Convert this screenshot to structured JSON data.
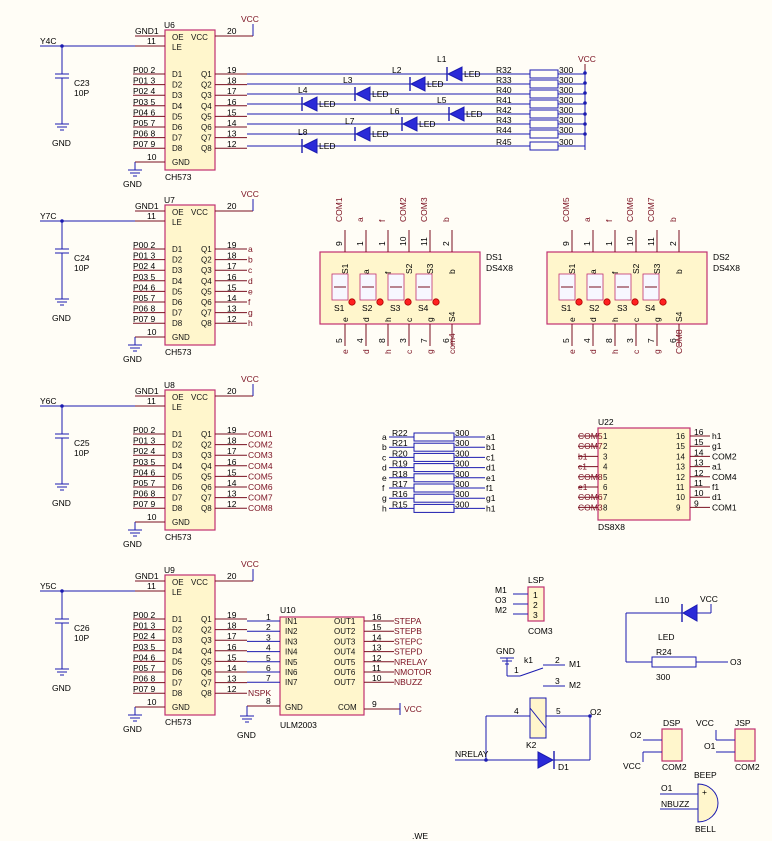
{
  "latches": [
    {
      "ref": "U6",
      "part": "CH573",
      "net_le": "Y4C",
      "cap": "C23",
      "cap_val": "10P",
      "gnd_cap": "GND",
      "gnd": "GND",
      "top": {
        "pin": "20",
        "label": "VCC",
        "gnd1": "GND1",
        "le_pin": "11"
      },
      "inputs": [
        "P00 2",
        "P01 3",
        "P02 4",
        "P03 5",
        "P04 6",
        "P05 7",
        "P06 8",
        "P07 9"
      ],
      "outputs": [
        {
          "pin": "19",
          "net": ""
        },
        {
          "pin": "18",
          "net": ""
        },
        {
          "pin": "17",
          "net": ""
        },
        {
          "pin": "16",
          "net": ""
        },
        {
          "pin": "15",
          "net": ""
        },
        {
          "pin": "14",
          "net": ""
        },
        {
          "pin": "13",
          "net": ""
        },
        {
          "pin": "12",
          "net": ""
        }
      ],
      "gnd_pin": "10"
    },
    {
      "ref": "U7",
      "part": "CH573",
      "net_le": "Y7C",
      "cap": "C24",
      "cap_val": "10P",
      "gnd_cap": "GND",
      "gnd": "GND",
      "top": {
        "pin": "20",
        "label": "VCC",
        "gnd1": "GND1",
        "le_pin": "11"
      },
      "inputs": [
        "P00 2",
        "P01 3",
        "P02 4",
        "P03 5",
        "P04 6",
        "P05 7",
        "P06 8",
        "P07 9"
      ],
      "outputs": [
        {
          "pin": "19",
          "net": "a"
        },
        {
          "pin": "18",
          "net": "b"
        },
        {
          "pin": "17",
          "net": "c"
        },
        {
          "pin": "16",
          "net": "d"
        },
        {
          "pin": "15",
          "net": "e"
        },
        {
          "pin": "14",
          "net": "f"
        },
        {
          "pin": "13",
          "net": "g"
        },
        {
          "pin": "12",
          "net": "h"
        }
      ],
      "gnd_pin": "10"
    },
    {
      "ref": "U8",
      "part": "CH573",
      "net_le": "Y6C",
      "cap": "C25",
      "cap_val": "10P",
      "gnd_cap": "GND",
      "gnd": "GND",
      "top": {
        "pin": "20",
        "label": "VCC",
        "gnd1": "GND1",
        "le_pin": "11"
      },
      "inputs": [
        "P00 2",
        "P01 3",
        "P02 4",
        "P03 5",
        "P04 6",
        "P05 7",
        "P06 8",
        "P07 9"
      ],
      "outputs": [
        {
          "pin": "19",
          "net": "COM1"
        },
        {
          "pin": "18",
          "net": "COM2"
        },
        {
          "pin": "17",
          "net": "COM3"
        },
        {
          "pin": "16",
          "net": "COM4"
        },
        {
          "pin": "15",
          "net": "COM5"
        },
        {
          "pin": "14",
          "net": "COM6"
        },
        {
          "pin": "13",
          "net": "COM7"
        },
        {
          "pin": "12",
          "net": "COM8"
        }
      ],
      "gnd_pin": "10"
    },
    {
      "ref": "U9",
      "part": "CH573",
      "net_le": "Y5C",
      "cap": "C26",
      "cap_val": "10P",
      "gnd_cap": "GND",
      "gnd": "GND",
      "top": {
        "pin": "20",
        "label": "VCC",
        "gnd1": "GND1",
        "le_pin": "11"
      },
      "inputs": [
        "P00 2",
        "P01 3",
        "P02 4",
        "P03 5",
        "P04 6",
        "P05 7",
        "P06 8",
        "P07 9"
      ],
      "outputs": [
        {
          "pin": "19",
          "net": ""
        },
        {
          "pin": "18",
          "net": ""
        },
        {
          "pin": "17",
          "net": ""
        },
        {
          "pin": "16",
          "net": ""
        },
        {
          "pin": "15",
          "net": ""
        },
        {
          "pin": "14",
          "net": ""
        },
        {
          "pin": "13",
          "net": ""
        },
        {
          "pin": "12",
          "net": "NSPK"
        }
      ],
      "gnd_pin": "10"
    }
  ],
  "chip_pins": {
    "oe": "OE",
    "vcc": "VCC",
    "le": "LE",
    "gnd": "GND",
    "d": [
      "D1",
      "D2",
      "D3",
      "D4",
      "D5",
      "D6",
      "D7",
      "D8"
    ],
    "q": [
      "Q1",
      "Q2",
      "Q3",
      "Q4",
      "Q5",
      "Q6",
      "Q7",
      "Q8"
    ]
  },
  "led_bank": {
    "leds": [
      {
        "ref": "L1",
        "label": "LED"
      },
      {
        "ref": "L2",
        "label": "LED"
      },
      {
        "ref": "L3",
        "label": "LED"
      },
      {
        "ref": "L4",
        "label": "LED"
      },
      {
        "ref": "L5",
        "label": "LED"
      },
      {
        "ref": "L6",
        "label": "LED"
      },
      {
        "ref": "L7",
        "label": "LED"
      },
      {
        "ref": "L8",
        "label": "LED"
      }
    ],
    "resistors": [
      {
        "ref": "R32",
        "val": "300"
      },
      {
        "ref": "R33",
        "val": "300"
      },
      {
        "ref": "R40",
        "val": "300"
      },
      {
        "ref": "R41",
        "val": "300"
      },
      {
        "ref": "R42",
        "val": "300"
      },
      {
        "ref": "R43",
        "val": "300"
      },
      {
        "ref": "R44",
        "val": "300"
      },
      {
        "ref": "R45",
        "val": "300"
      }
    ],
    "vcc": "VCC"
  },
  "displays": [
    {
      "ref": "DS1",
      "part": "DS4X8",
      "top_nets": [
        "COM1",
        "a",
        "f",
        "COM2",
        "COM3",
        "b"
      ],
      "top_pins": [
        "9",
        "1",
        "1",
        "10",
        "11",
        "2"
      ],
      "top_inner": [
        "S1",
        "a",
        "f",
        "S2",
        "S3",
        "b"
      ],
      "digits": [
        "S1",
        "S2",
        "S3",
        "S4"
      ],
      "bottom_nets": [
        "e",
        "d",
        "h",
        "c",
        "g",
        "com4"
      ],
      "bottom_pins": [
        "5",
        "4",
        "8",
        "3",
        "7",
        "6"
      ],
      "bottom_inner": [
        "e",
        "d",
        "h",
        "c",
        "g",
        "S4"
      ]
    },
    {
      "ref": "DS2",
      "part": "DS4X8",
      "top_nets": [
        "COM5",
        "a",
        "f",
        "COM6",
        "COM7",
        "b"
      ],
      "top_pins": [
        "9",
        "1",
        "1",
        "10",
        "11",
        "2"
      ],
      "top_inner": [
        "S1",
        "a",
        "f",
        "S2",
        "S3",
        "b"
      ],
      "digits": [
        "S1",
        "S2",
        "S3",
        "S4"
      ],
      "bottom_nets": [
        "e",
        "d",
        "h",
        "c",
        "g",
        "COM8"
      ],
      "bottom_pins": [
        "5",
        "4",
        "8",
        "3",
        "7",
        "6"
      ],
      "bottom_inner": [
        "e",
        "d",
        "h",
        "c",
        "g",
        "S4"
      ]
    }
  ],
  "seg_resistors": [
    {
      "in": "a",
      "ref": "R22",
      "val": "300",
      "out": "a1"
    },
    {
      "in": "b",
      "ref": "R21",
      "val": "300",
      "out": "b1"
    },
    {
      "in": "c",
      "ref": "R20",
      "val": "300",
      "out": "c1"
    },
    {
      "in": "d",
      "ref": "R19",
      "val": "300",
      "out": "d1"
    },
    {
      "in": "e",
      "ref": "R18",
      "val": "300",
      "out": "e1"
    },
    {
      "in": "f",
      "ref": "R17",
      "val": "300",
      "out": "f1"
    },
    {
      "in": "g",
      "ref": "R16",
      "val": "300",
      "out": "g1"
    },
    {
      "in": "h",
      "ref": "R15",
      "val": "300",
      "out": "h1"
    }
  ],
  "matrix": {
    "ref": "U22",
    "part": "DS8X8",
    "left": [
      {
        "net": "COM5",
        "pin": "1"
      },
      {
        "net": "COM7",
        "pin": "2"
      },
      {
        "net": "b1",
        "pin": "3"
      },
      {
        "net": "c1",
        "pin": "4"
      },
      {
        "net": "COM8",
        "pin": "5"
      },
      {
        "net": "e1",
        "pin": "6"
      },
      {
        "net": "COM6",
        "pin": "7"
      },
      {
        "net": "COM3",
        "pin": "8"
      }
    ],
    "right": [
      {
        "pin": "16",
        "net": "h1"
      },
      {
        "pin": "15",
        "net": "g1"
      },
      {
        "pin": "14",
        "net": "COM2"
      },
      {
        "pin": "13",
        "net": "a1"
      },
      {
        "pin": "12",
        "net": "COM4"
      },
      {
        "pin": "11",
        "net": "f1"
      },
      {
        "pin": "10",
        "net": "d1"
      },
      {
        "pin": "9",
        "net": "COM1"
      }
    ]
  },
  "driver": {
    "ref": "U10",
    "part": "ULM2003",
    "in_pins": [
      "1",
      "2",
      "3",
      "4",
      "5",
      "6",
      "7"
    ],
    "in_labels": [
      "IN1",
      "IN2",
      "IN3",
      "IN4",
      "IN5",
      "IN6",
      "IN7"
    ],
    "out_labels": [
      "OUT1",
      "OUT2",
      "OUT3",
      "OUT4",
      "OUT5",
      "OUT6",
      "OUT7"
    ],
    "out_pins": [
      "16",
      "15",
      "14",
      "13",
      "12",
      "11",
      "10"
    ],
    "out_nets": [
      "STEPA",
      "STEPB",
      "STEPC",
      "STEPD",
      "NRELAY",
      "NMOTOR",
      "NBUZZ"
    ],
    "gnd_pin": "8",
    "gnd_label": "GND",
    "gnd": "GND",
    "com_pin": "9",
    "com_label": "COM",
    "vcc": "VCC"
  },
  "lsp": {
    "ref": "LSP",
    "part": "COM3",
    "pins": [
      "1",
      "2",
      "3"
    ],
    "nets": [
      "M1",
      "O3",
      "M2"
    ]
  },
  "relay": {
    "ref": "K2",
    "gnd": "GND",
    "k1": "k1",
    "pin1": "1",
    "pin2": "2",
    "pin3": "3",
    "pin4": "4",
    "pin5": "5",
    "m1": "M1",
    "m2": "M2",
    "o2": "O2",
    "nrelay": "NRELAY",
    "diode": "D1"
  },
  "led10": {
    "ref": "L10",
    "label": "LED",
    "vcc": "VCC",
    "res": "R24",
    "res_val": "300",
    "net": "O3"
  },
  "dsp": {
    "ref": "DSP",
    "part": "COM2",
    "net": "O2",
    "vcc": "VCC"
  },
  "jsp": {
    "ref": "JSP",
    "part": "COM2",
    "net": "O1",
    "vcc": "VCC"
  },
  "buzzer": {
    "label": "BEEP",
    "ref": "BELL",
    "n1": "O1",
    "n2": "NBUZZ",
    "plus": "+"
  },
  "footer": ".WE"
}
